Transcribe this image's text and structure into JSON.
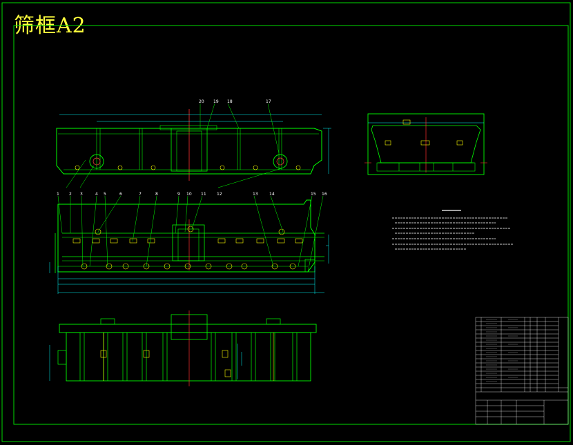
{
  "title": "筛框A2",
  "part_labels_top": [
    "20",
    "19",
    "18",
    "17"
  ],
  "part_labels_mid": [
    "1",
    "2",
    "3",
    "4",
    "5",
    "6",
    "7",
    "8",
    "9",
    "10",
    "11",
    "12",
    "13",
    "14",
    "15",
    "16"
  ],
  "colors": {
    "frame": "#00ff00",
    "outline": "#00ff00",
    "dimension": "#00ffff",
    "centerline": "#ff0000",
    "title_text": "#ffff3c",
    "hatch": "#ffff00",
    "text": "#ffffff"
  }
}
